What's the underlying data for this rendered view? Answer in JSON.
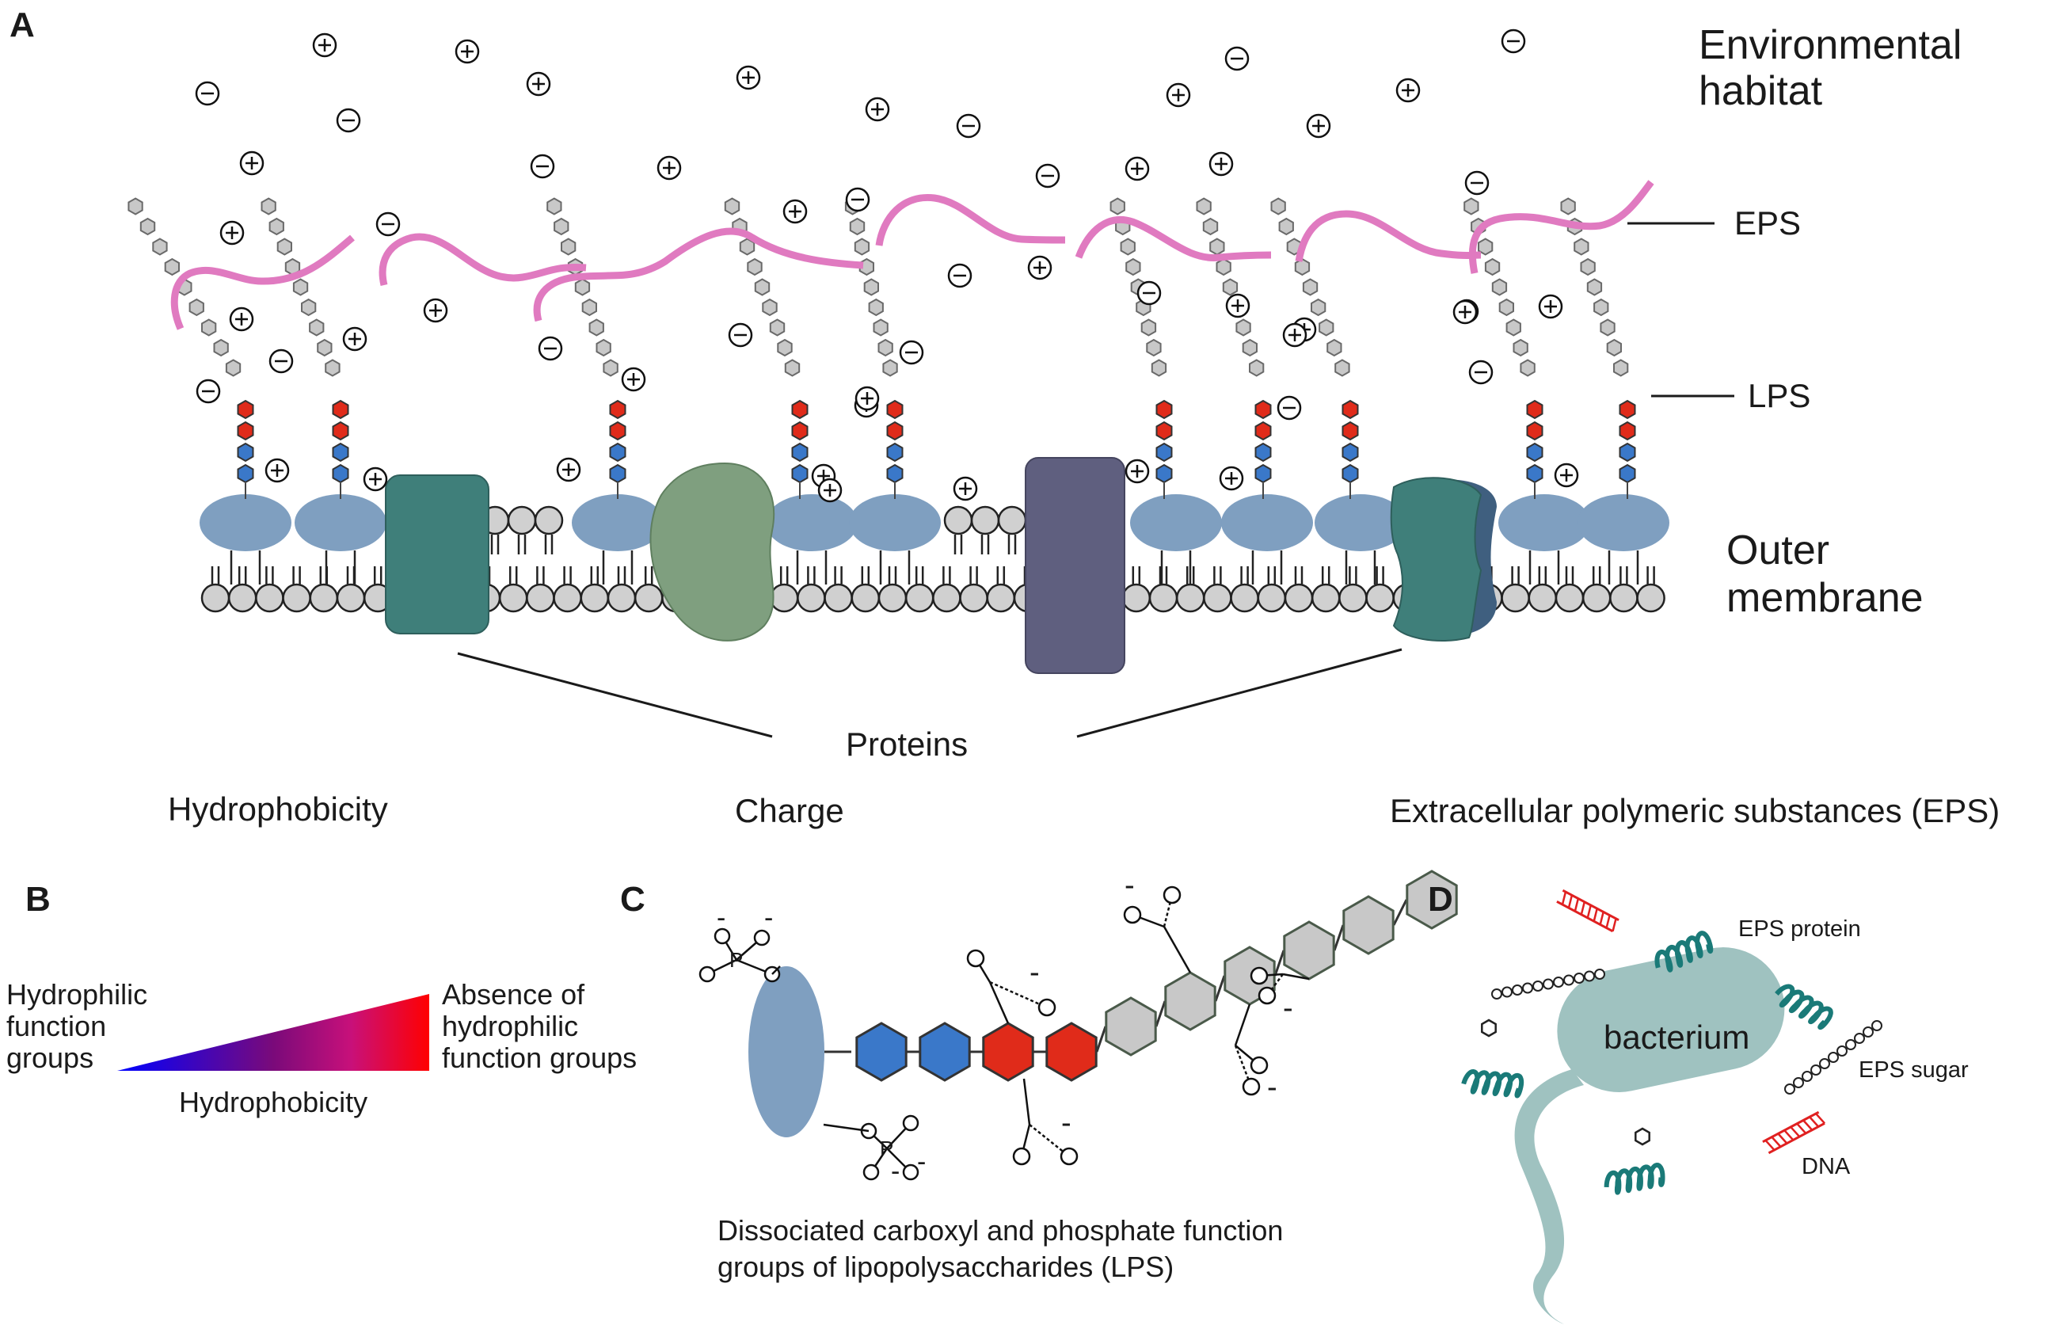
{
  "panels": {
    "A": {
      "letter": "A",
      "environment_label": [
        "Environmental",
        "habitat"
      ],
      "eps_label": "EPS",
      "lps_label": "LPS",
      "membrane_label": [
        "Outer",
        "membrane"
      ],
      "proteins_label": "Proteins",
      "plus_symbol": "+",
      "minus_symbol": "−"
    },
    "captions": {
      "hydrophobicity": "Hydrophobicity",
      "charge": "Charge",
      "eps": "Extracellular polymeric substances (EPS)"
    },
    "B": {
      "letter": "B",
      "left_label": [
        "Hydrophilic",
        "function",
        "groups"
      ],
      "right_label": [
        "Absence of",
        "hydrophilic",
        "function groups"
      ],
      "axis_label": "Hydrophobicity"
    },
    "C": {
      "letter": "C",
      "caption": [
        "Dissociated carboxyl and phosphate function",
        "groups of lipopolysaccharides (LPS)"
      ],
      "charge_minus": "-",
      "phosphorus": "P"
    },
    "D": {
      "letter": "D",
      "bacterium": "bacterium",
      "eps_protein": "EPS protein",
      "eps_sugar": "EPS sugar",
      "dna": "DNA"
    }
  },
  "colors": {
    "eps_chain": "#e07ac0",
    "sugar_gray": "#c8c8c8",
    "sugar_red": "#e02b1a",
    "sugar_blue": "#3a78c9",
    "lipid_head": "#d0d0d0",
    "lps_core": "#7f9fc0",
    "protein_teal": "#3f7f7a",
    "protein_green": "#7f9f7f",
    "protein_slate": "#5f5f7f",
    "bacterium": "#9fc2c0",
    "gradient_start": "#0000ff",
    "gradient_end": "#ff0000"
  }
}
